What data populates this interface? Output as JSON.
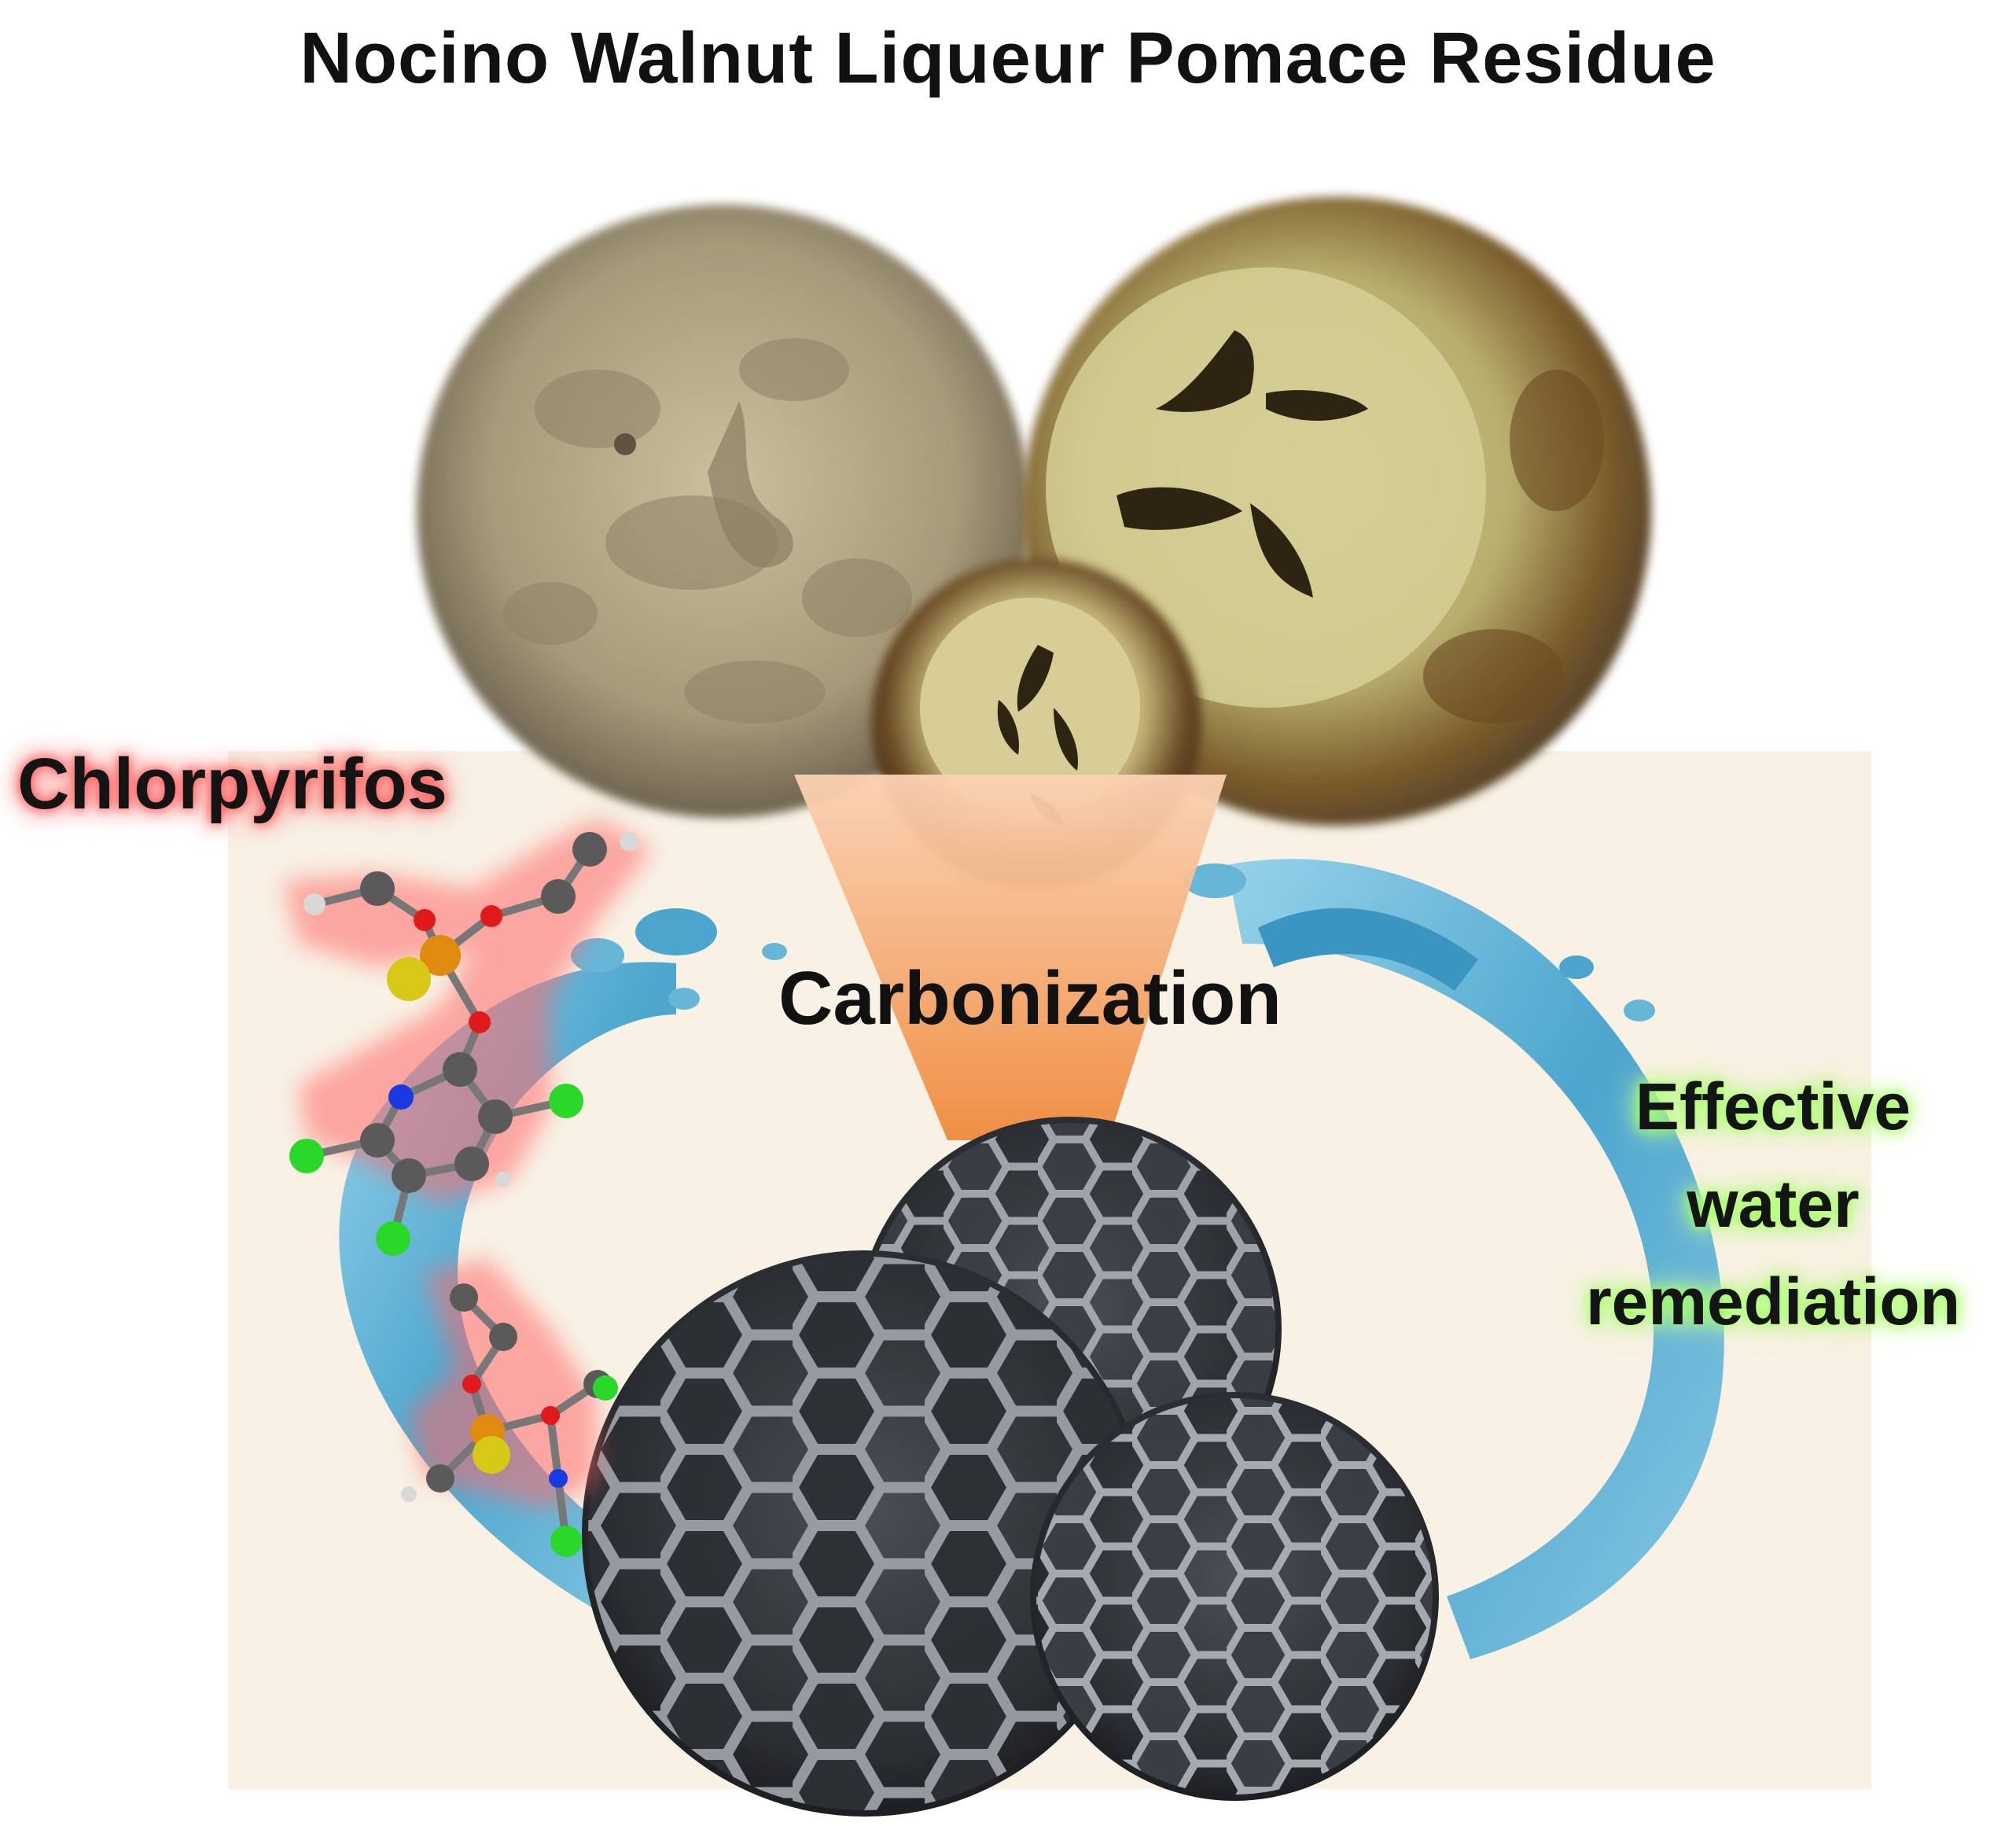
{
  "title": "Nocino Walnut Liqueur Pomace Residue",
  "process_label": "Carbonization",
  "pollutant_label": "Chlorpyrifos",
  "outcome_label": [
    "Effective",
    "water",
    "remediation"
  ],
  "colors": {
    "background_panel": "#f8f1e4",
    "water": "#3d9fcc",
    "funnel": "#f29a56",
    "pollutant_glow": "#ff5a5a",
    "outcome_glow": "#a8ff6a",
    "carbon": "#202327",
    "carbon_cell_edge": "#9aa0a6",
    "atom_carbon": "#5a5a5a",
    "atom_oxygen": "#e01a1a",
    "atom_phosphorus": "#e08a10",
    "atom_sulfur": "#d8c818",
    "atom_nitrogen": "#1a3ae0",
    "atom_chlorine": "#2ad82a",
    "atom_hydrogen": "#d8d8d8"
  },
  "icons": [
    "walnut-slice-icon",
    "porous-carbon-sphere-icon",
    "molecule-icon",
    "water-splash-icon"
  ]
}
